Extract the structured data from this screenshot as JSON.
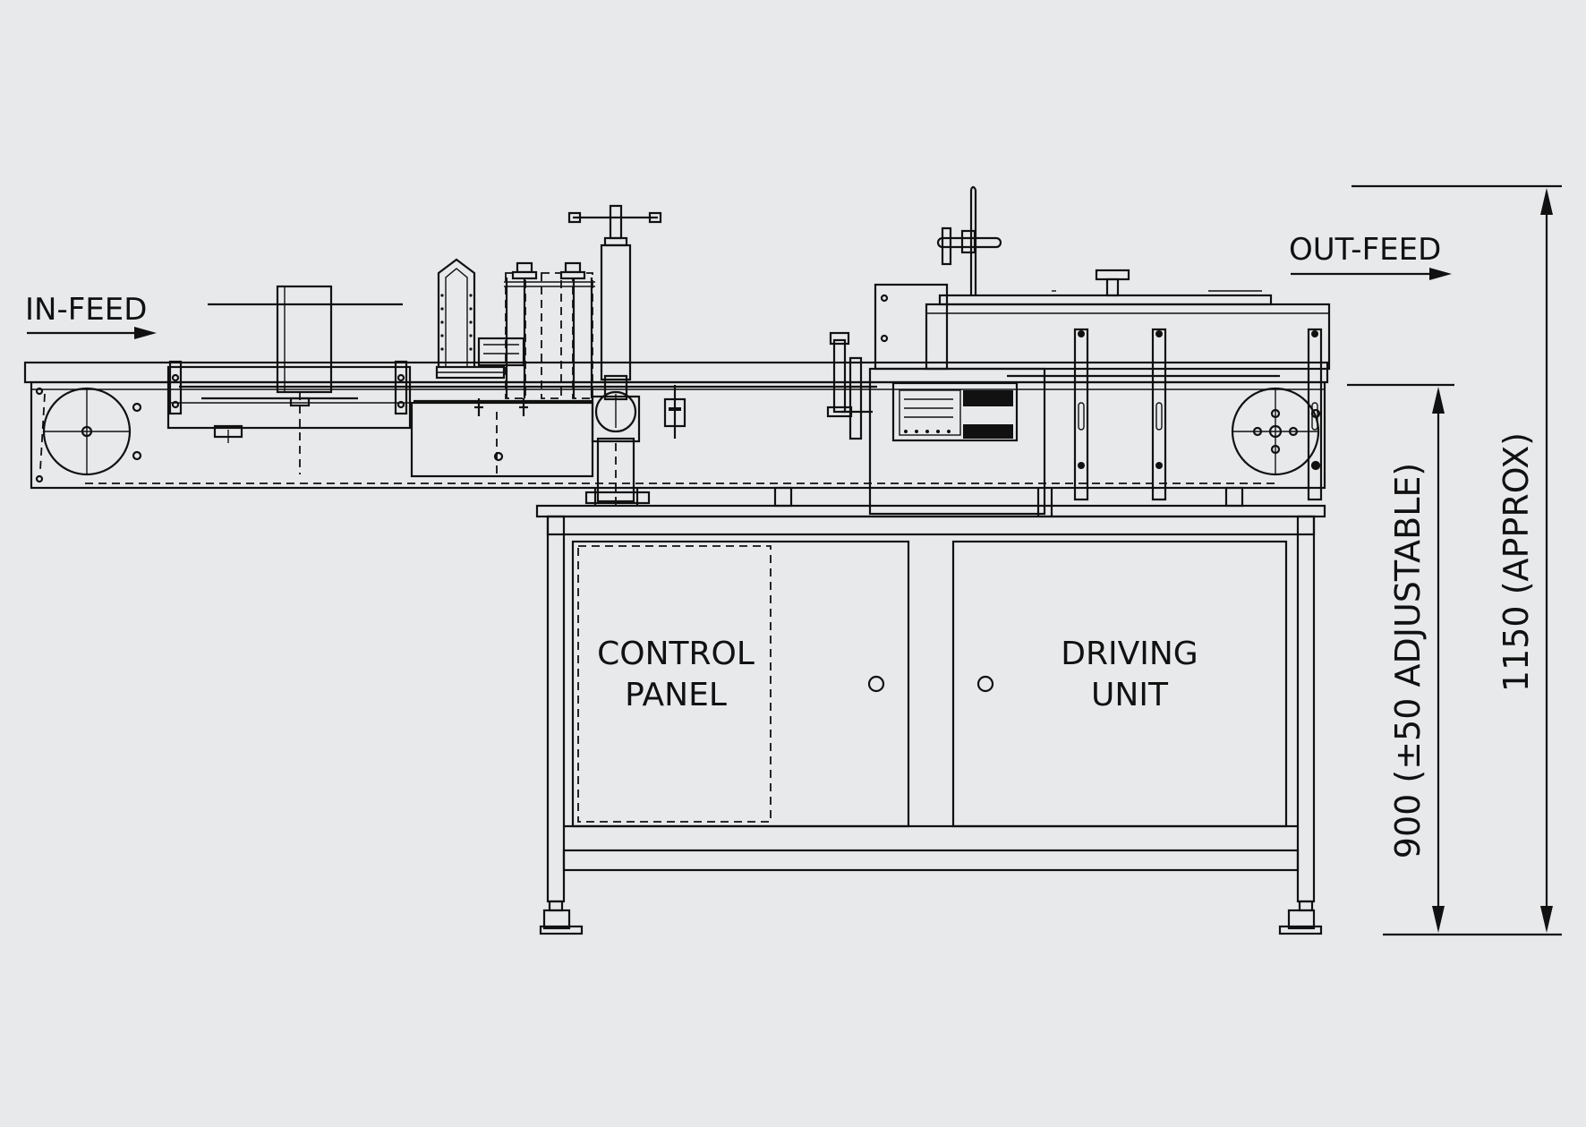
{
  "labels": {
    "in_feed": "IN-FEED",
    "out_feed": "OUT-FEED",
    "control_panel_line1": "CONTROL",
    "control_panel_line2": "PANEL",
    "driving_unit_line1": "DRIVING",
    "driving_unit_line2": "UNIT"
  },
  "dimensions": {
    "height_adjustable": "900 (±50 ADJUSTABLE)",
    "height_total": "1150 (APPROX)"
  },
  "colors": {
    "background": "#e8e9eb",
    "line": "#111111"
  }
}
